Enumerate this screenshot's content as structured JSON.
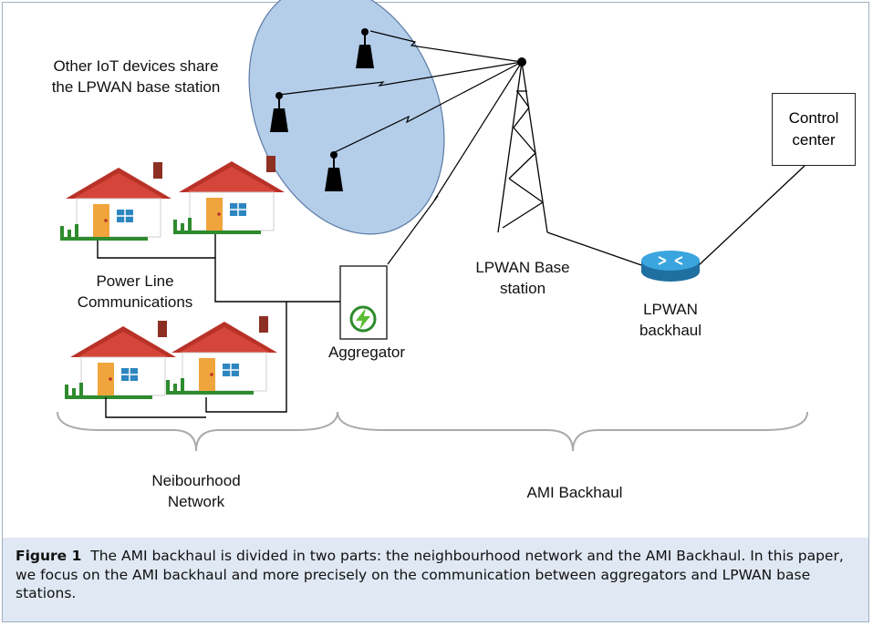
{
  "labels": {
    "iot_line1": "Other IoT devices share",
    "iot_line2": "the LPWAN base station",
    "control_line1": "Control",
    "control_line2": "center",
    "plc_line1": "Power Line",
    "plc_line2": "Communications",
    "aggregator": "Aggregator",
    "base_station_line1": "LPWAN Base",
    "base_station_line2": "station",
    "backhaul_line1": "LPWAN",
    "backhaul_line2": "backhaul",
    "neighbourhood_line1": "Neibourhood",
    "neighbourhood_line2": "Network",
    "ami_backhaul": "AMI Backhaul"
  },
  "caption": {
    "label": "Figure 1",
    "text": "The AMI backhaul is divided in two parts: the neighbourhood network and the AMI Backhaul. In this paper, we focus on the AMI backhaul and more precisely on the communication between aggregators and LPWAN base stations."
  },
  "colors": {
    "ellipse_fill": "#b4cde9",
    "roof": "#c0392b",
    "door": "#f0a53c",
    "window": "#2e86c1",
    "fence": "#2e8b2e",
    "router": "#2b9bd6",
    "caption_bg": "#dfe8f3"
  }
}
